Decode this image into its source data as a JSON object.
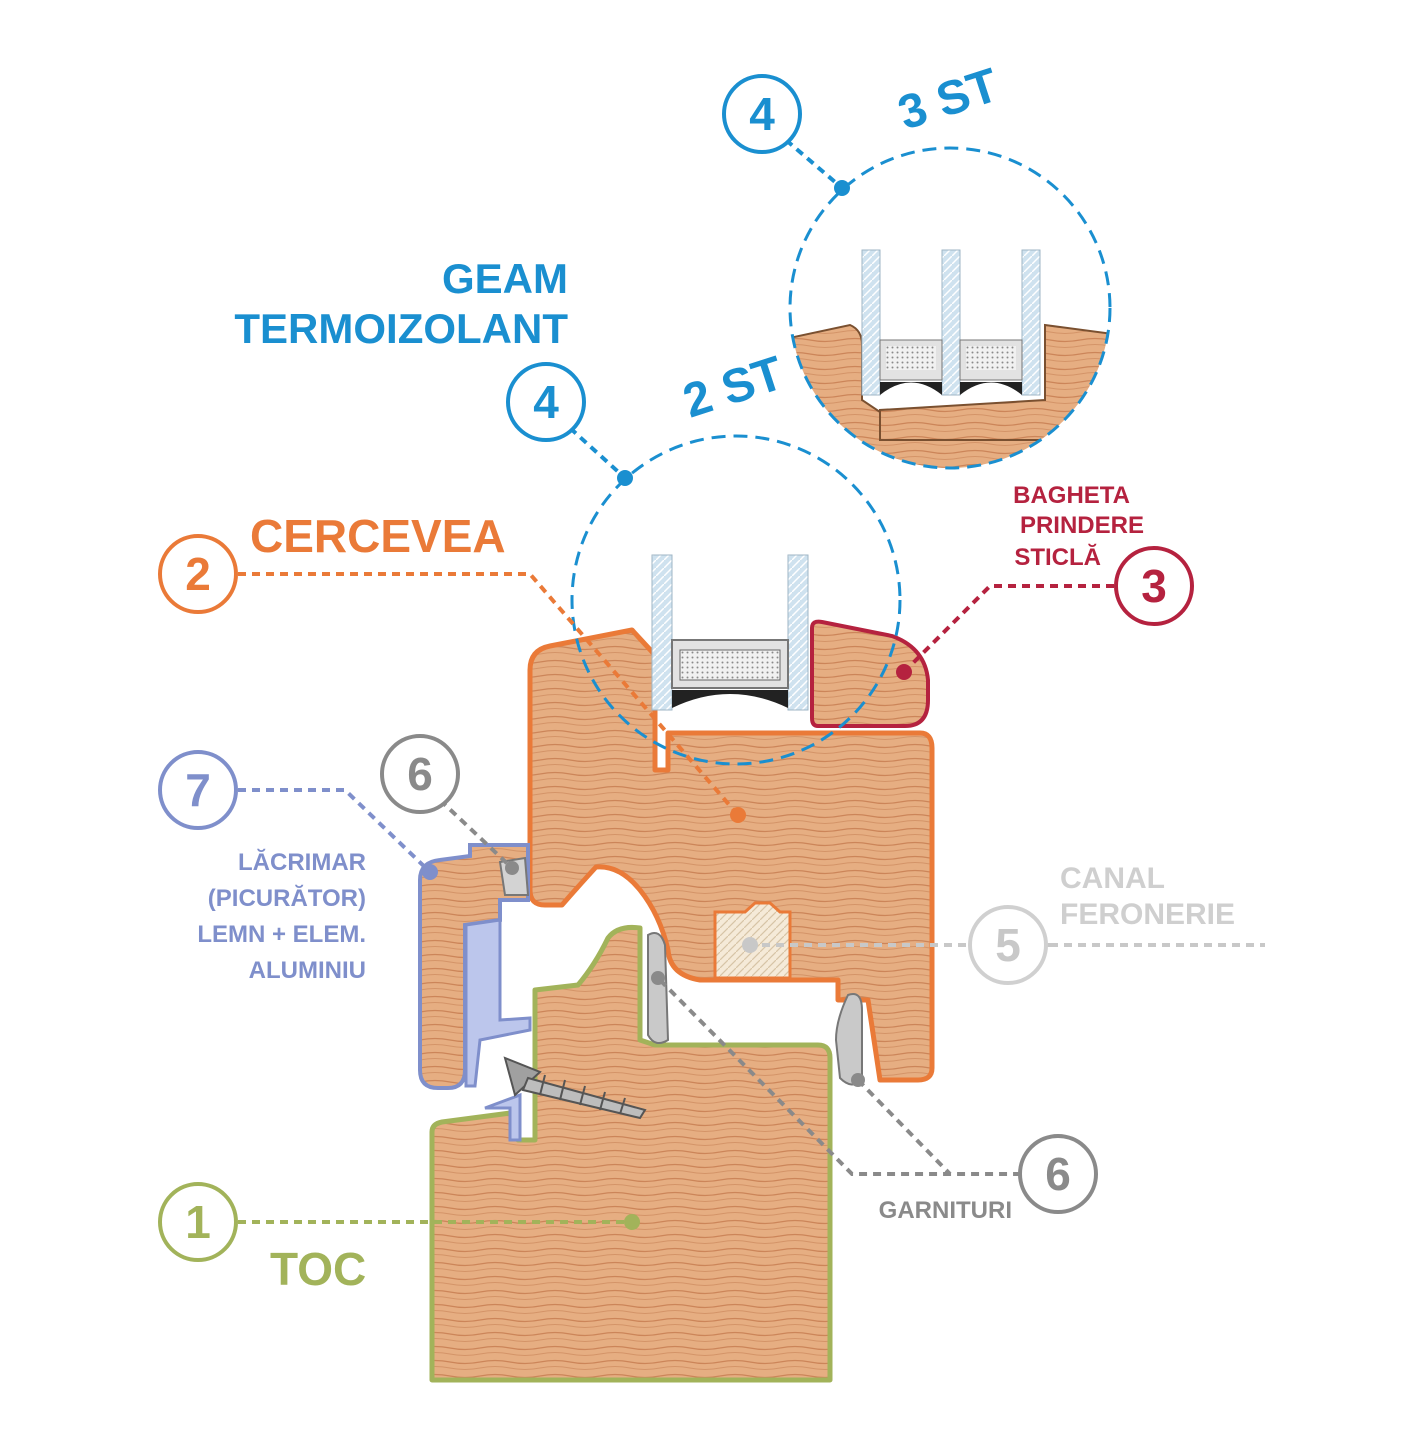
{
  "colors": {
    "frame": "#a2b35a",
    "sash": "#ea7a38",
    "glass_line": "#1a8fd0",
    "bead": "#b5223f",
    "drip": "#7f8fcb",
    "gasket": "#8a8a8a",
    "hardware": "#c8c8c8",
    "wood": "#e6ae82",
    "wood_grain": "#cc8559"
  },
  "labels": {
    "frame": {
      "number": "1",
      "text": "TOC"
    },
    "sash": {
      "number": "2",
      "text": "CERCEVEA"
    },
    "bead": {
      "number": "3",
      "line1": "BAGHETA",
      "line2": "PRINDERE",
      "line3": "STICLĂ"
    },
    "glazing": {
      "title1": "GEAM",
      "title2": "TERMOIZOLANT"
    },
    "glazing_2": {
      "number": "4",
      "text": "2 ST"
    },
    "glazing_3": {
      "number": "4",
      "text": "3 ST"
    },
    "hardware": {
      "number": "5",
      "line1": "CANAL",
      "line2": "FERONERIE"
    },
    "gaskets": {
      "number_top": "6",
      "number_bottom": "6",
      "text": "GARNITURI"
    },
    "drip": {
      "number": "7",
      "line1": "LĂCRIMAR",
      "line2": "(PICURĂTOR)",
      "line3": "LEMN + ELEM.",
      "line4": "ALUMINIU"
    }
  }
}
